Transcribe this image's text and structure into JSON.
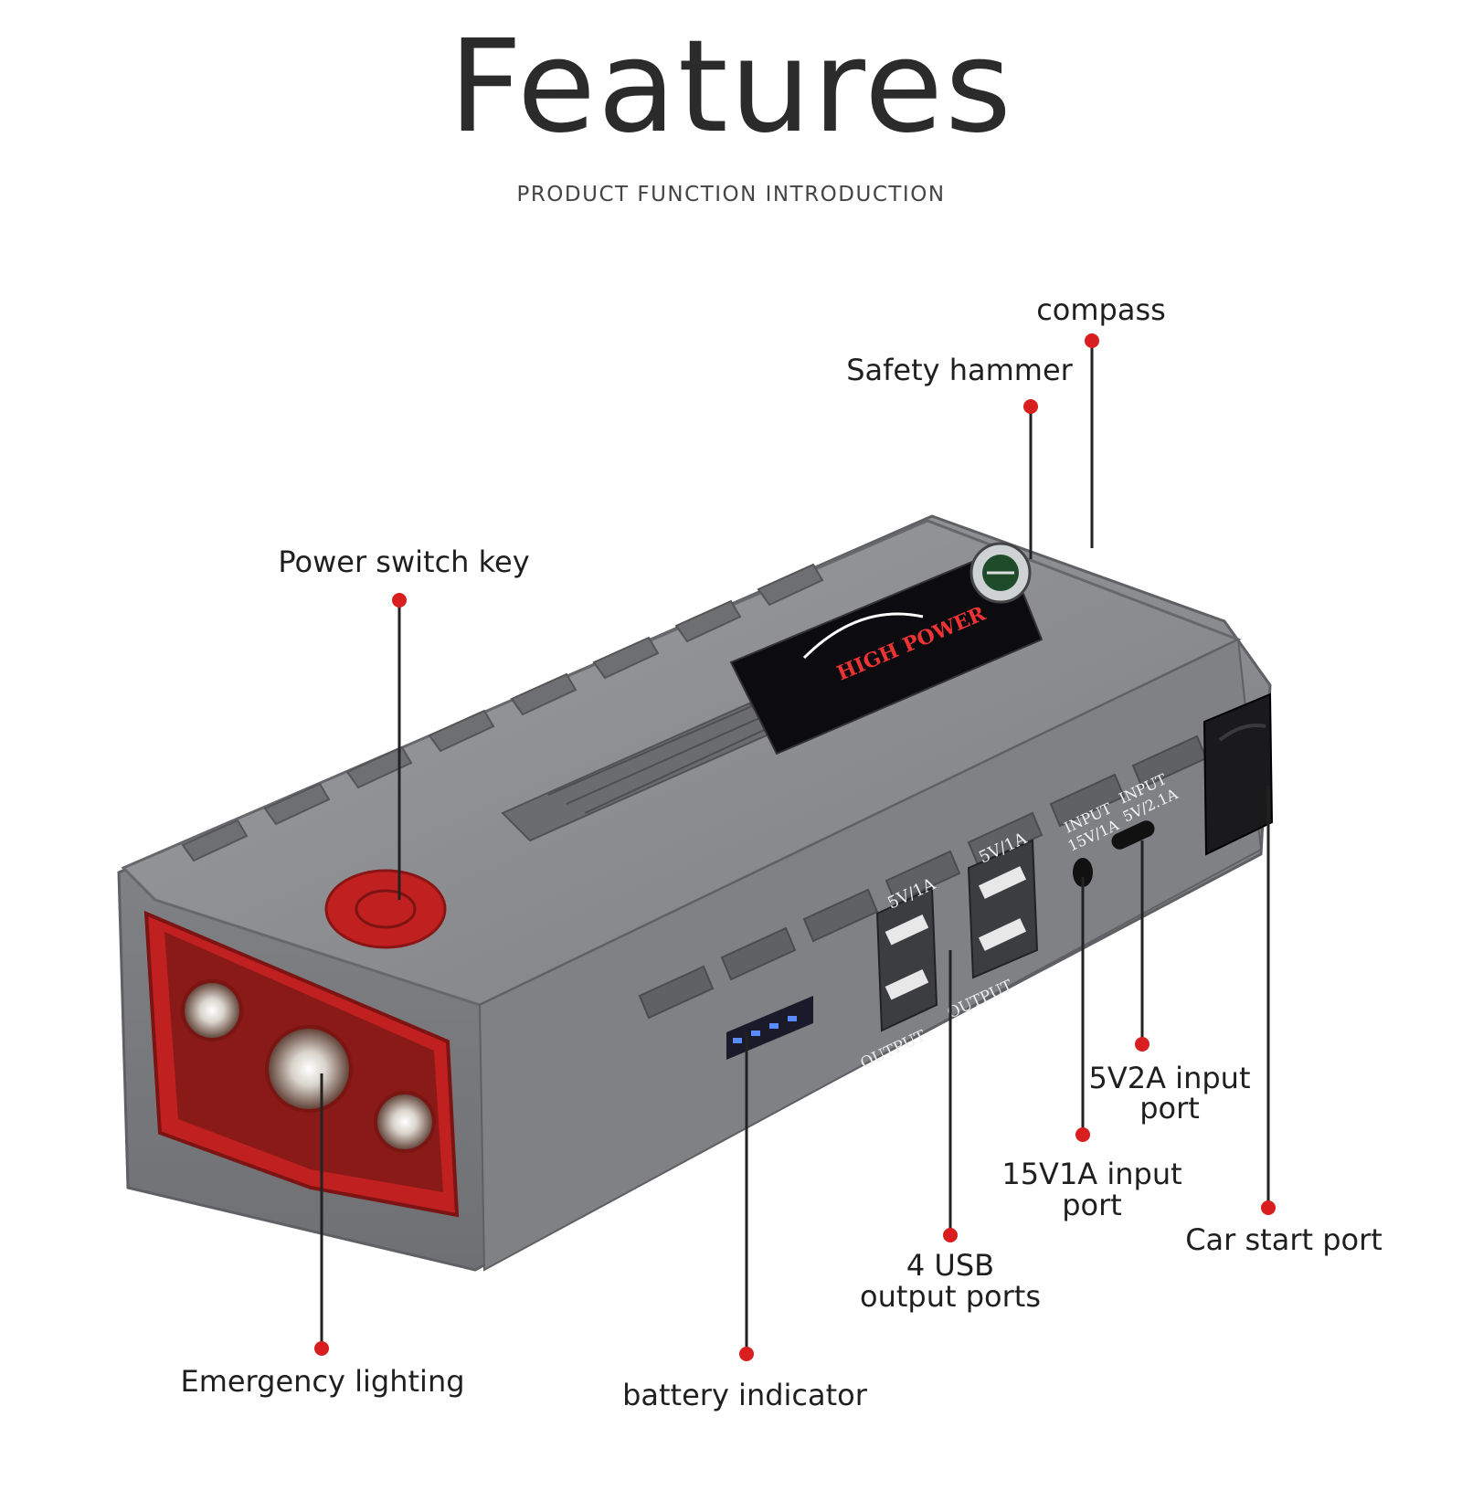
{
  "header": {
    "title": "Features",
    "subtitle": "PRODUCT FUNCTION INTRODUCTION"
  },
  "colors": {
    "callout_dot": "#d81e1e",
    "callout_line": "#222222",
    "body_gray": "#8a8c8f",
    "red_panel": "#c0201f"
  },
  "device": {
    "screen_text": "HIGH POWER",
    "usb_label_a": "5V/1A",
    "usb_label_b": "5V/1A",
    "output_label_a": "OUTPUT",
    "output_label_b": "OUTPUT",
    "input_label_a_line1": "INPUT",
    "input_label_a_line2": "15V/1A",
    "input_label_b_line1": "INPUT",
    "input_label_b_line2": "5V/2.1A"
  },
  "callouts": {
    "compass": "compass",
    "safety_hammer": "Safety hammer",
    "power_switch": "Power switch key",
    "emergency_lighting": "Emergency lighting",
    "battery_indicator": "battery indicator",
    "usb_output_line1": "4 USB",
    "usb_output_line2": "output ports",
    "input_15v_line1": "15V1A input",
    "input_15v_line2": "port",
    "input_5v_line1": "5V2A input",
    "input_5v_line2": "port",
    "car_start": "Car start port"
  }
}
